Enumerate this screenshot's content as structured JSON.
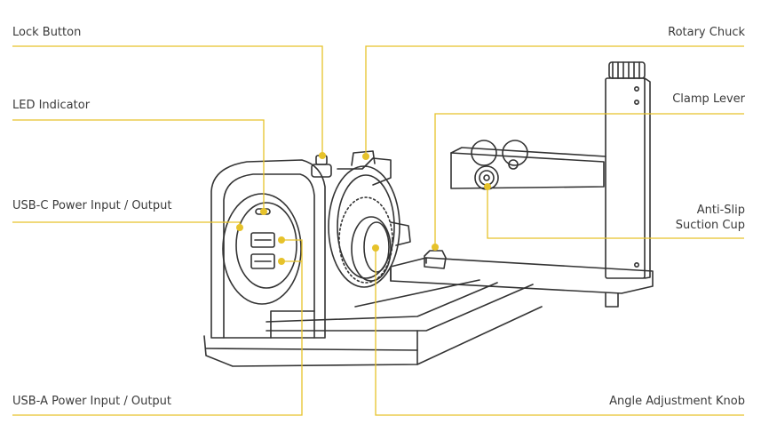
{
  "labels": {
    "lock_button": "Lock Button",
    "led_indicator": "LED Indicator",
    "usb_c": "USB-C Power Input / Output",
    "usb_a": "USB-A Power Input / Output",
    "rotary_chuck": "Rotary Chuck",
    "clamp_lever": "Clamp Lever",
    "anti_slip_line1": "Anti-Slip",
    "anti_slip_line2": "Suction Cup",
    "angle_knob": "Angle Adjustment Knob"
  },
  "colors": {
    "leader": "#e6c22a",
    "outline": "#333333",
    "label_text": "#3a3a3a"
  }
}
